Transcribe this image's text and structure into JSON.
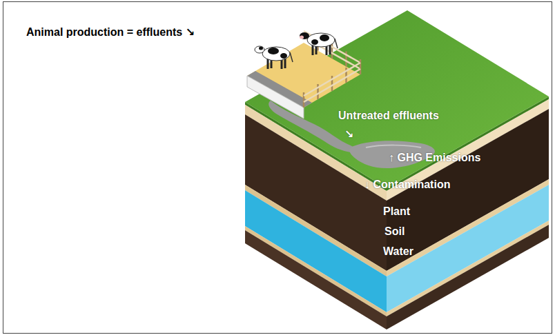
{
  "diagram": {
    "labels": [
      "Animal production = effluents ↘",
      "Untreated effluents",
      "↘",
      "↑ GHG Emissions",
      "↓ Contamination",
      "Plant",
      "Soil",
      "Water"
    ]
  }
}
